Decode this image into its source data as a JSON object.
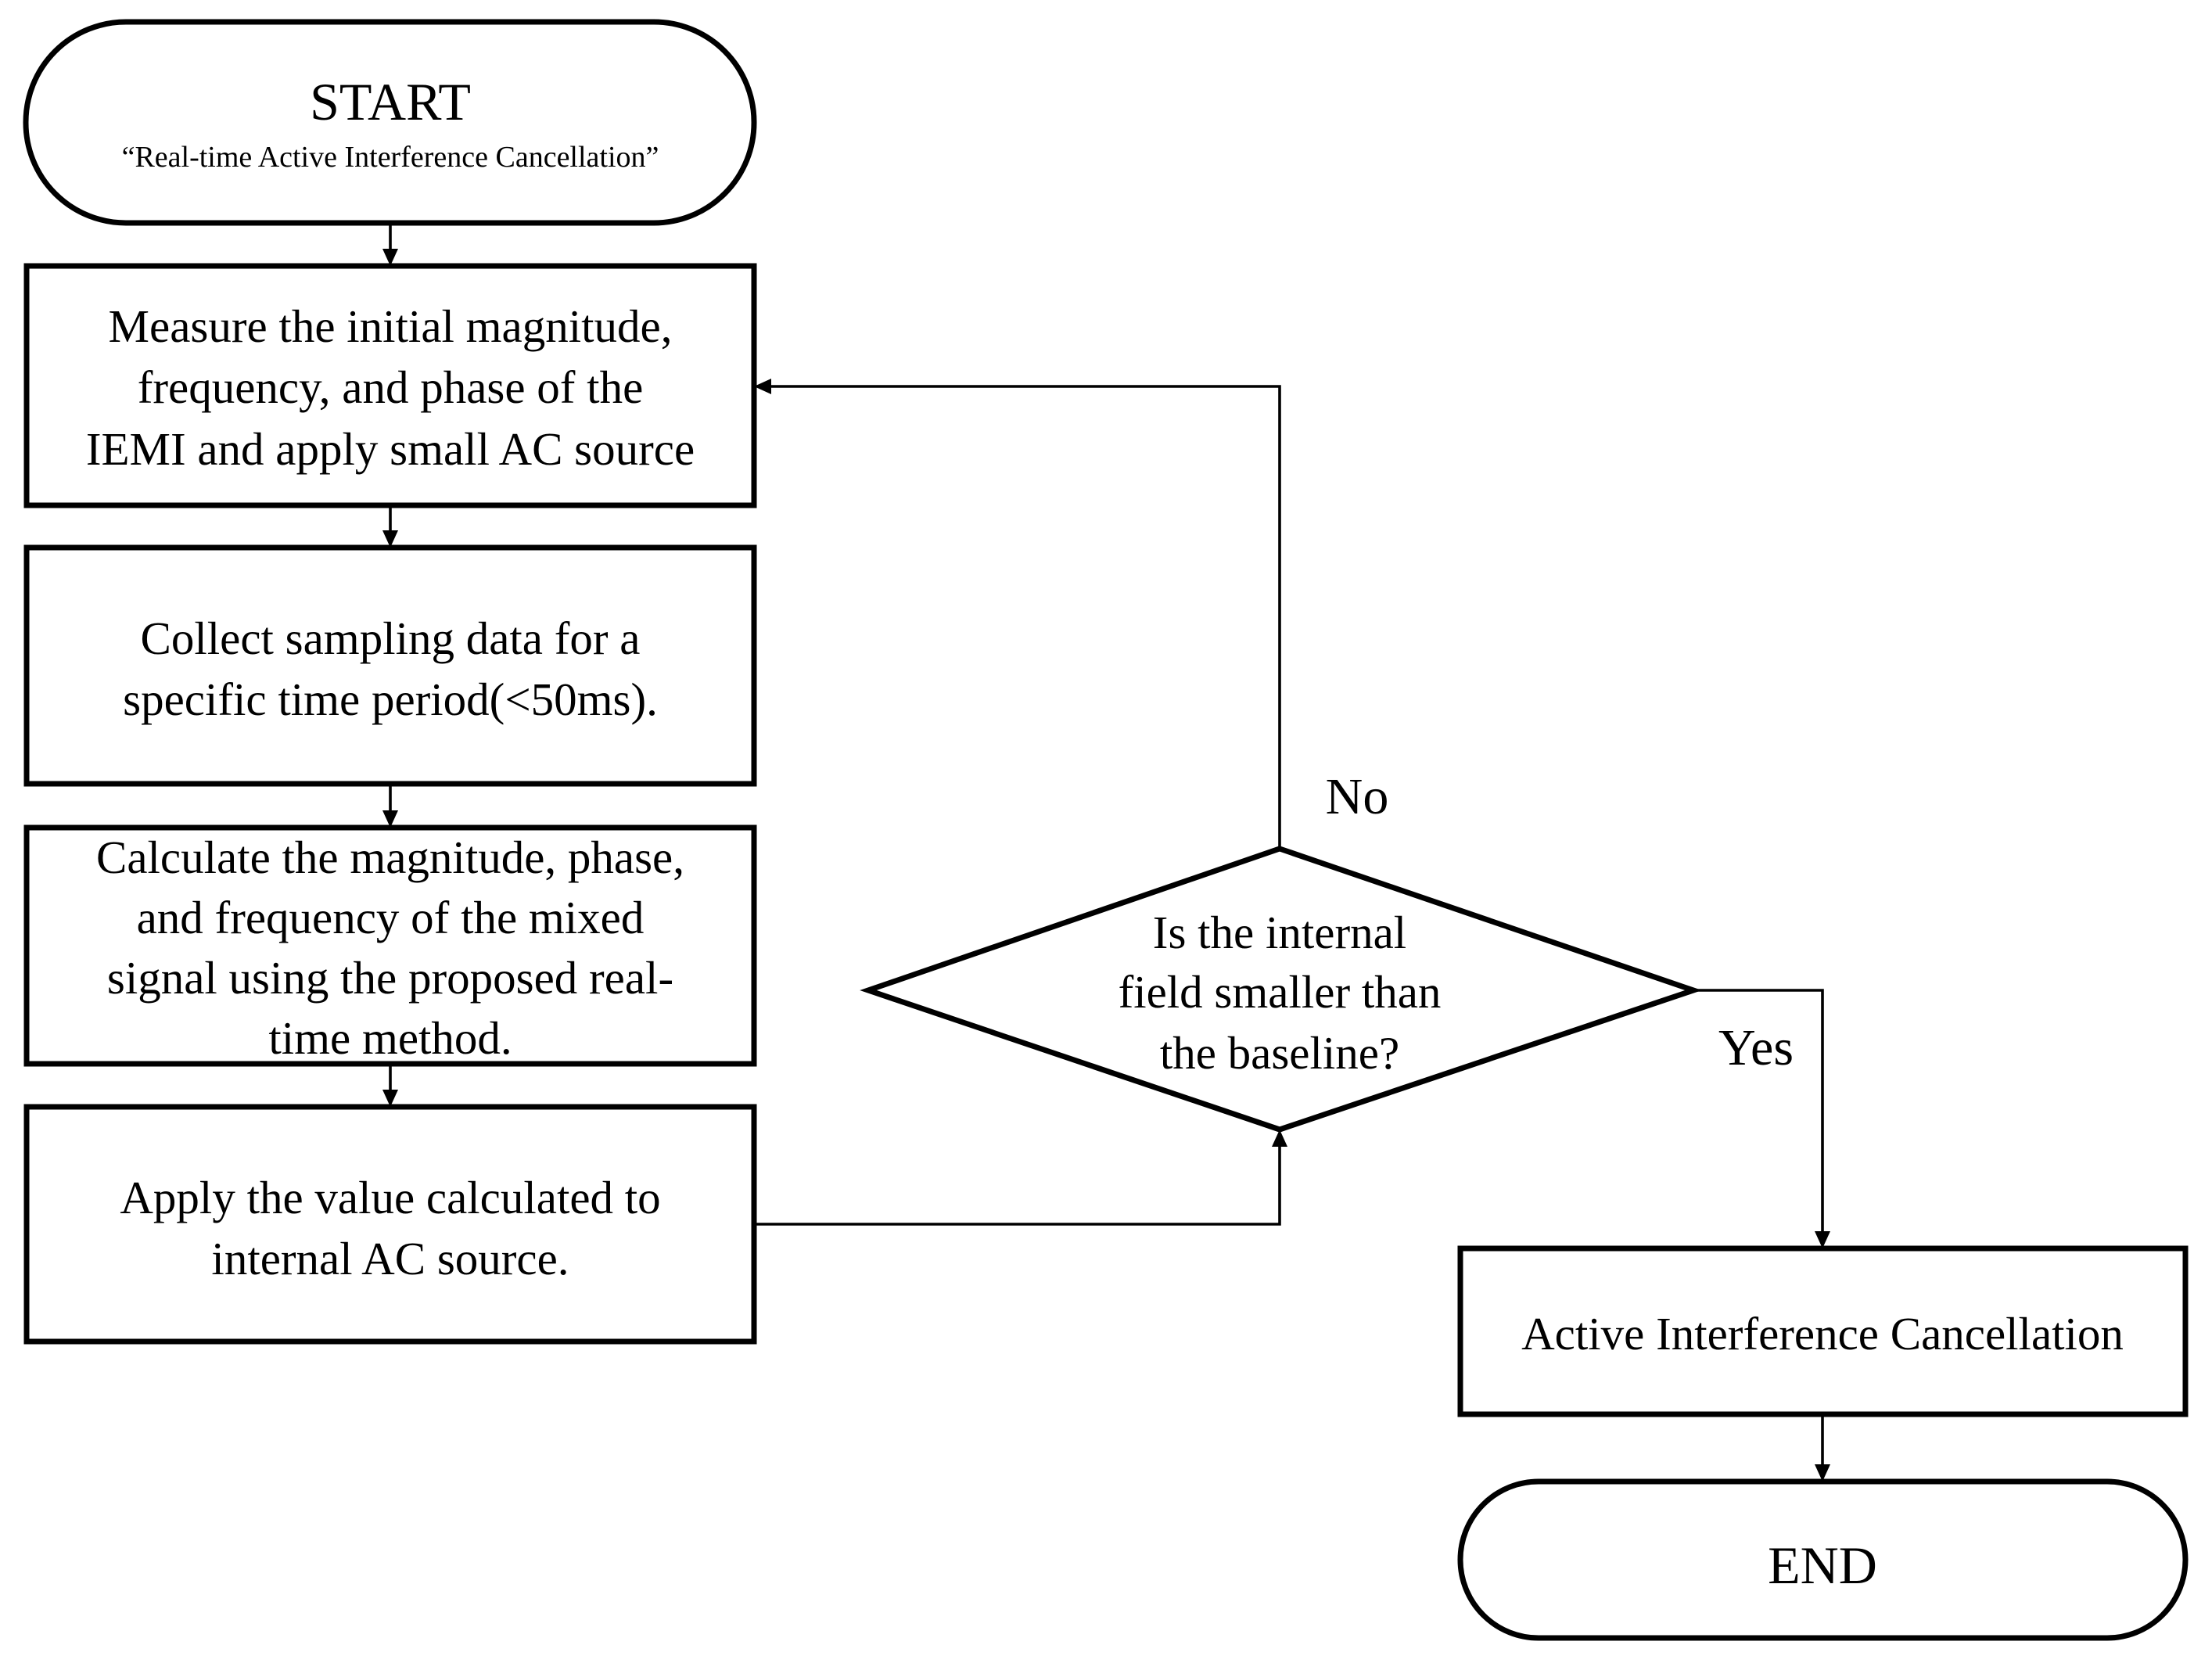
{
  "start": {
    "title": "START",
    "subtitle": "“Real-time Active Interference Cancellation”"
  },
  "steps": [
    {
      "lines": [
        "Measure the initial magnitude,",
        "frequency, and phase of the",
        "IEMI and apply small AC source"
      ]
    },
    {
      "lines": [
        "Collect sampling data for a",
        "specific time period(<50ms)."
      ]
    },
    {
      "lines": [
        "Calculate the magnitude, phase,",
        "and frequency of the mixed",
        "signal using the proposed real-",
        "time method."
      ]
    },
    {
      "lines": [
        "Apply the value calculated to",
        "internal AC source."
      ]
    }
  ],
  "decision": {
    "lines": [
      "Is the internal",
      "field smaller than",
      "the baseline?"
    ],
    "no_label": "No",
    "yes_label": "Yes"
  },
  "result": {
    "label": "Active Interference Cancellation"
  },
  "end": {
    "label": "END"
  },
  "colors": {
    "stroke": "#000000",
    "fill": "#ffffff",
    "text": "#000000"
  }
}
